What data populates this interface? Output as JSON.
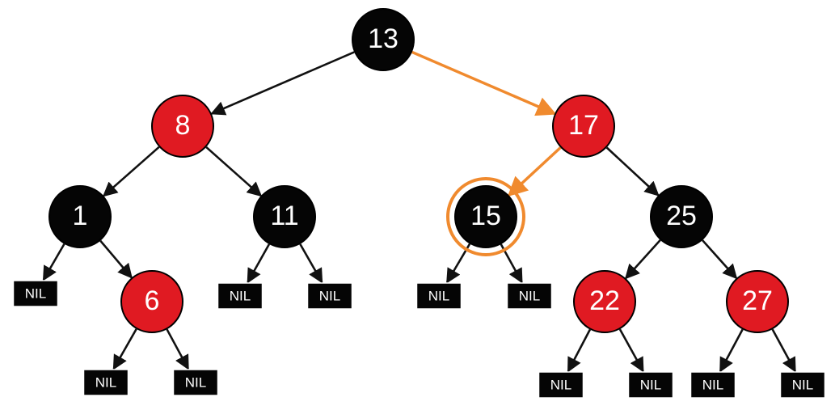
{
  "diagram": {
    "type": "red-black-tree",
    "colors": {
      "red": "#e01a22",
      "black": "#050505",
      "edge": "#111111",
      "highlight": "#f08a2e",
      "label": "#ffffff"
    },
    "nodes": [
      {
        "id": "n13",
        "label": "13",
        "color": "black"
      },
      {
        "id": "n8",
        "label": "8",
        "color": "red"
      },
      {
        "id": "n17",
        "label": "17",
        "color": "red"
      },
      {
        "id": "n1",
        "label": "1",
        "color": "black"
      },
      {
        "id": "n11",
        "label": "11",
        "color": "black"
      },
      {
        "id": "n15",
        "label": "15",
        "color": "black",
        "highlighted": true
      },
      {
        "id": "n25",
        "label": "25",
        "color": "black"
      },
      {
        "id": "n6",
        "label": "6",
        "color": "red"
      },
      {
        "id": "n22",
        "label": "22",
        "color": "red"
      },
      {
        "id": "n27",
        "label": "27",
        "color": "red"
      }
    ],
    "nil_label": "NIL",
    "nil_leaves": [
      {
        "id": "nil-1-left",
        "parent": "n1"
      },
      {
        "id": "nil-11-left",
        "parent": "n11"
      },
      {
        "id": "nil-11-right",
        "parent": "n11"
      },
      {
        "id": "nil-15-left",
        "parent": "n15"
      },
      {
        "id": "nil-15-right",
        "parent": "n15"
      },
      {
        "id": "nil-6-left",
        "parent": "n6"
      },
      {
        "id": "nil-6-right",
        "parent": "n6"
      },
      {
        "id": "nil-22-left",
        "parent": "n22"
      },
      {
        "id": "nil-22-right",
        "parent": "n22"
      },
      {
        "id": "nil-27-left",
        "parent": "n27"
      },
      {
        "id": "nil-27-right",
        "parent": "n27"
      }
    ],
    "edges": [
      {
        "from": "n13",
        "to": "n8"
      },
      {
        "from": "n13",
        "to": "n17",
        "highlighted": true
      },
      {
        "from": "n8",
        "to": "n1"
      },
      {
        "from": "n8",
        "to": "n11"
      },
      {
        "from": "n17",
        "to": "n15",
        "highlighted": true
      },
      {
        "from": "n17",
        "to": "n25"
      },
      {
        "from": "n1",
        "to": "nil-1-left"
      },
      {
        "from": "n1",
        "to": "n6"
      },
      {
        "from": "n11",
        "to": "nil-11-left"
      },
      {
        "from": "n11",
        "to": "nil-11-right"
      },
      {
        "from": "n15",
        "to": "nil-15-left"
      },
      {
        "from": "n15",
        "to": "nil-15-right"
      },
      {
        "from": "n25",
        "to": "n22"
      },
      {
        "from": "n25",
        "to": "n27"
      },
      {
        "from": "n6",
        "to": "nil-6-left"
      },
      {
        "from": "n6",
        "to": "nil-6-right"
      },
      {
        "from": "n22",
        "to": "nil-22-left"
      },
      {
        "from": "n22",
        "to": "nil-22-right"
      },
      {
        "from": "n27",
        "to": "nil-27-left"
      },
      {
        "from": "n27",
        "to": "nil-27-right"
      }
    ]
  }
}
